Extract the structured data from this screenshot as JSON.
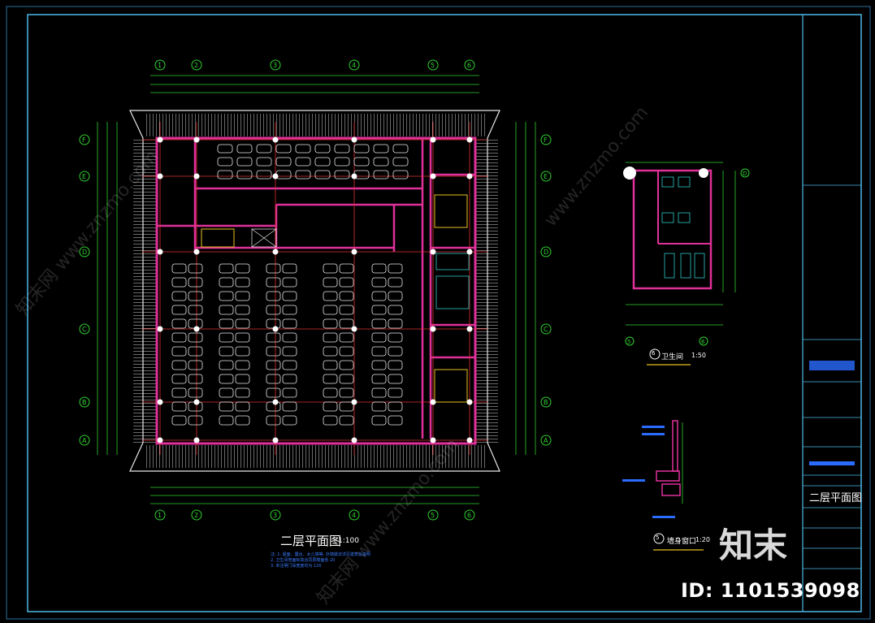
{
  "drawing": {
    "main_title": "二层平面图",
    "main_scale": "1:100",
    "notes": [
      "注: 1. 屋面、露台、女儿墙等, 外墙做法详见建筑总说明",
      "2. 卫生间地面标高比同层楼面低 20",
      "3. 未注明门垛宽度均为 120"
    ],
    "grid_columns": [
      "1",
      "2",
      "3",
      "4",
      "5",
      "6"
    ],
    "grid_rows": [
      "A",
      "B",
      "C",
      "D",
      "E",
      "F"
    ],
    "detail_toilet": {
      "number": "6",
      "title": "卫生间",
      "scale": "1:50"
    },
    "detail_window": {
      "number": "5",
      "title": "墙身窗口",
      "scale": "1:20"
    }
  },
  "title_block": {
    "drawing_name": "二层平面图"
  },
  "watermark": {
    "logo": "知末",
    "id_text": "ID: 1101539098"
  },
  "colors": {
    "background": "#000000",
    "frame": "#4db8e8",
    "grid_line": "#e03030",
    "walls": "#e0309a",
    "dimension": "#30d030",
    "furniture": "#e8e8e8",
    "accent_blue": "#2b6cff"
  }
}
